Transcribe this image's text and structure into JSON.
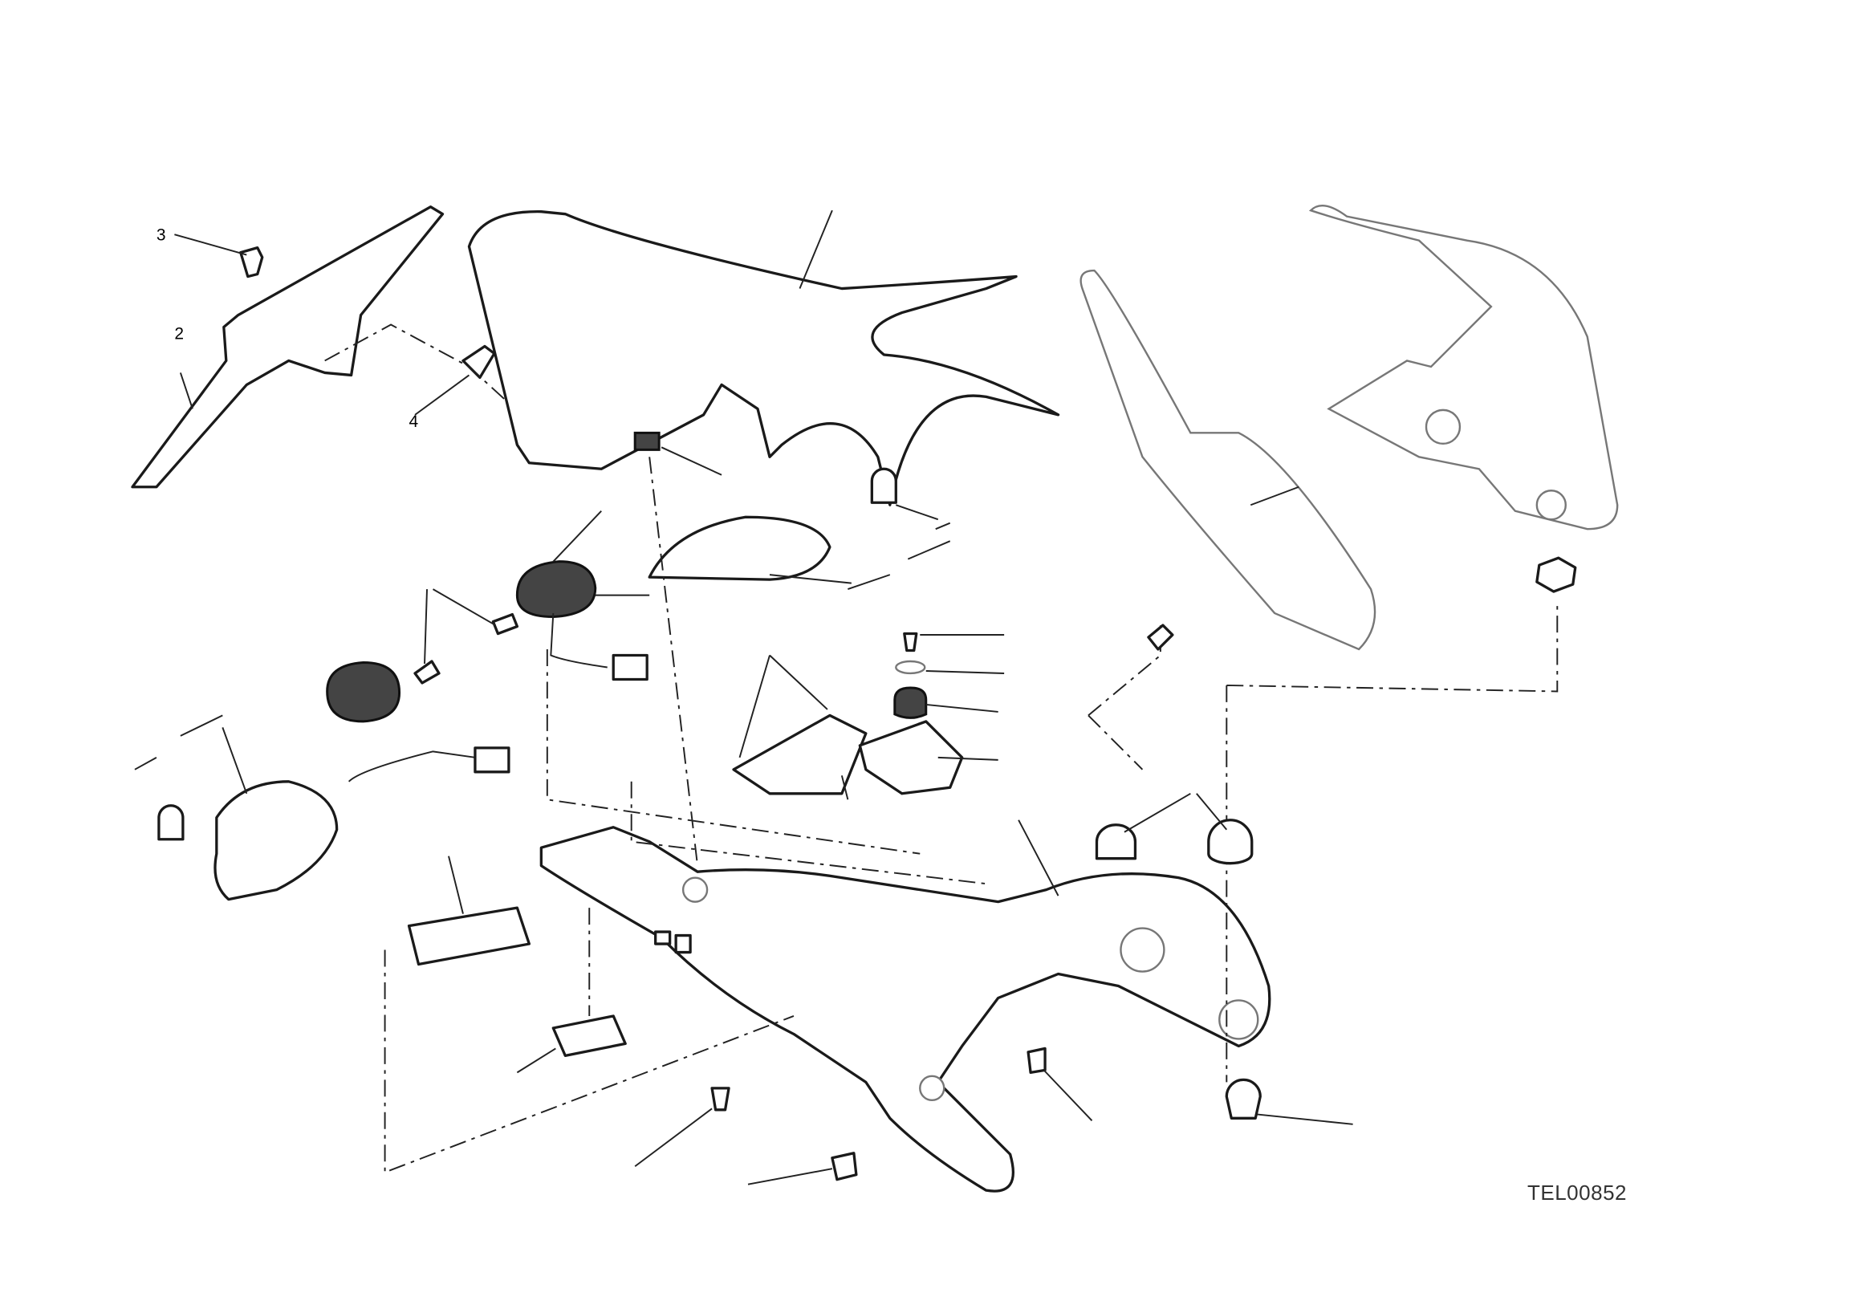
{
  "diagram": {
    "drawing_code": "TEL00852",
    "callout_numbers": [
      "3",
      "2",
      "4"
    ]
  }
}
